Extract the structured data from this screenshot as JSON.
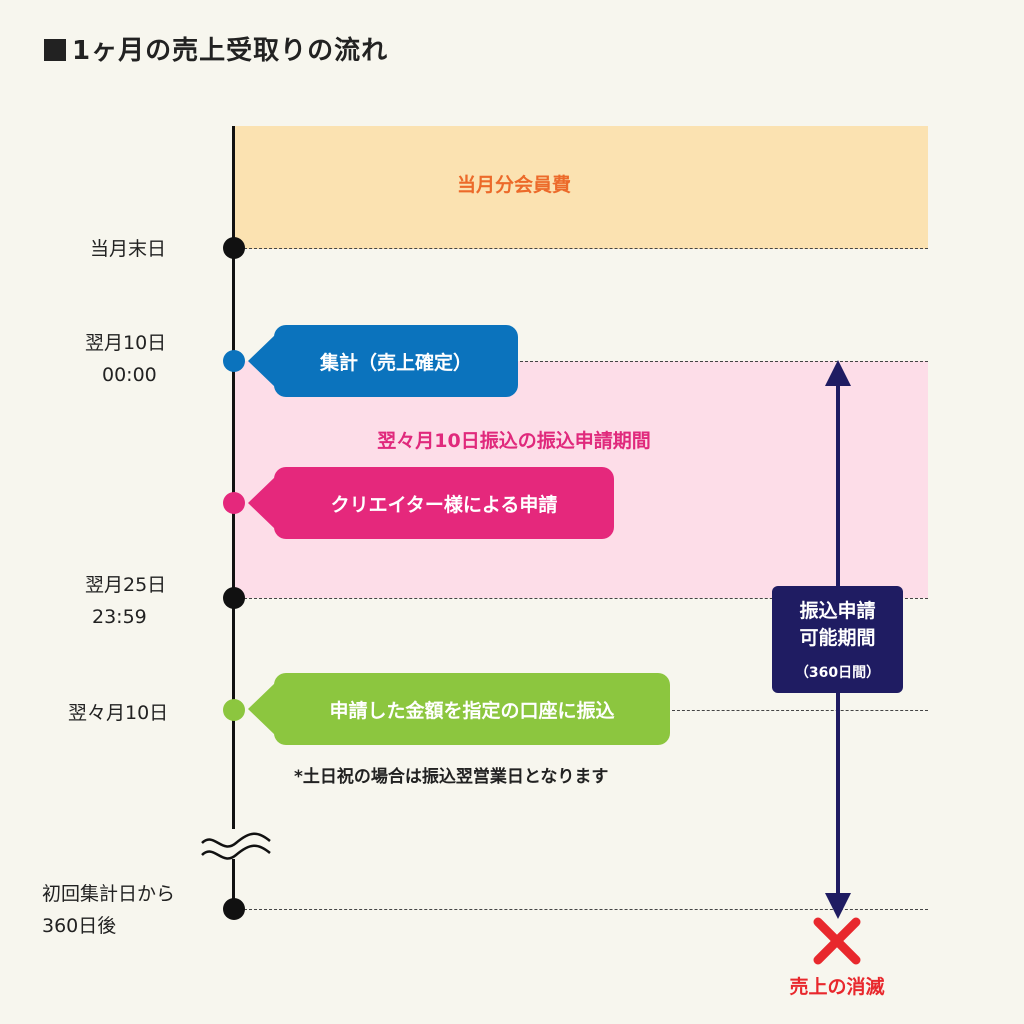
{
  "title": "1ヶ月の売上受取りの流れ",
  "bands": {
    "orange_label": "当月分会員費",
    "pink_label": "翌々月10日振込の振込申請期間"
  },
  "timeline": {
    "month_end": "当月末日",
    "next10_date": "翌月10日",
    "next10_time": "00:00",
    "next25_date": "翌月25日",
    "next25_time": "23:59",
    "two_months_10": "翌々月10日",
    "after360_line1": "初回集計日から",
    "after360_line2": "360日後"
  },
  "callouts": {
    "tally": "集計（売上確定）",
    "application": "クリエイター様による申請",
    "transfer": "申請した金額を指定の口座に振込"
  },
  "note": "*土日祝の場合は振込翌営業日となります",
  "period": {
    "line1": "振込申請",
    "line2": "可能期間",
    "days": "（360日間）"
  },
  "expiry_label": "売上の消滅",
  "colors": {
    "tally": "#0b73bd",
    "application": "#e5287c",
    "transfer": "#8cc63f",
    "navy": "#1f1c62",
    "expiry": "#e8282d"
  }
}
